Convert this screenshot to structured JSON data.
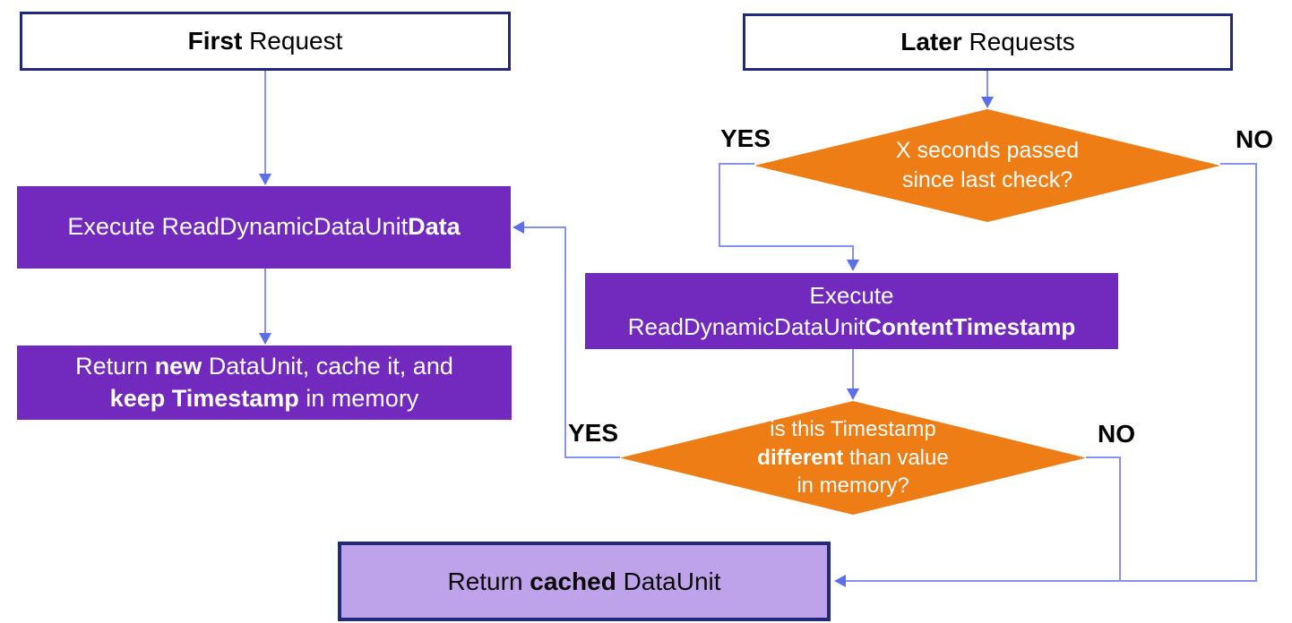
{
  "diagram": {
    "title_boxes": {
      "first": {
        "bold": "First",
        "rest": " Request"
      },
      "later": {
        "bold": "Later",
        "rest": " Requests"
      }
    },
    "process_boxes": {
      "execute_read_data": {
        "pre": "Execute ReadDynamicDataUnit",
        "bold": "Data"
      },
      "return_new": {
        "line1_pre": "Return ",
        "line1_bold": "new",
        "line1_post": " DataUnit, cache it, and",
        "line2_bold": "keep Timestamp",
        "line2_post": " in memory"
      },
      "execute_read_timestamp": {
        "line1": "Execute",
        "line2_pre": "ReadDynamicDataUnit",
        "line2_bold": "ContentTimestamp"
      }
    },
    "decisions": {
      "seconds_passed": {
        "line1": "X seconds passed",
        "line2": "since last check?"
      },
      "timestamp_different": {
        "line1": "is this Timestamp",
        "line2_bold": "different",
        "line2_post": " than value",
        "line3": "in memory?"
      }
    },
    "terminal_box": {
      "pre": "Return ",
      "bold": "cached",
      "post": " DataUnit"
    },
    "branch_labels": {
      "d1_yes": "YES",
      "d1_no": "NO",
      "d2_yes": "YES",
      "d2_no": "NO"
    },
    "colors": {
      "process_purple": "#7129BE",
      "decision_orange": "#EE7D16",
      "terminal_light_purple": "#BFA3EA",
      "border_navy": "#23297A",
      "connector_blue": "#8692F1",
      "arrowhead_blue": "#5D6FE8"
    }
  }
}
